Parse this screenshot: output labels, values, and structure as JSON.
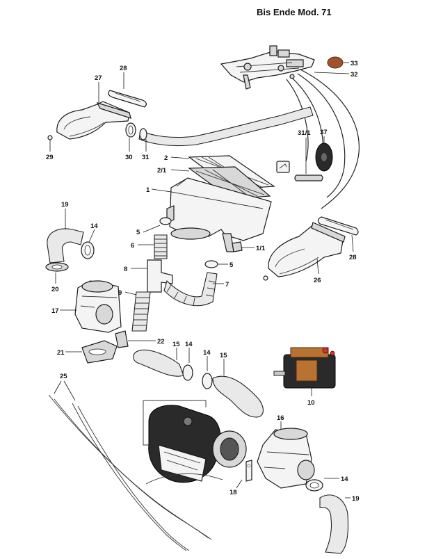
{
  "header": {
    "title": "Bis Ende Mod. 71"
  },
  "labels": {
    "p33": "33",
    "p32": "32",
    "p28a": "28",
    "p27": "27",
    "p29": "29",
    "p30": "30",
    "p31": "31",
    "p2": "2",
    "p2_1": "2/1",
    "p31_1": "31/1",
    "p37": "37",
    "p1": "1",
    "p19a": "19",
    "p14a": "14",
    "p5a": "5",
    "p6": "6",
    "p1_1": "1/1",
    "p5b": "5",
    "p8": "8",
    "p7": "7",
    "p20": "20",
    "p9": "9",
    "p17": "17",
    "p26": "26",
    "p28b": "28",
    "p22": "22",
    "p21": "21",
    "p15a": "15",
    "p14b": "14",
    "p14c": "14",
    "p15b": "15",
    "p25": "25",
    "p10": "10",
    "p16": "16",
    "p18": "18",
    "p14d": "14",
    "p19b": "19"
  },
  "colors": {
    "ink": "#111111",
    "grommet": "#a0522d",
    "motor_copper": "#b87333"
  }
}
